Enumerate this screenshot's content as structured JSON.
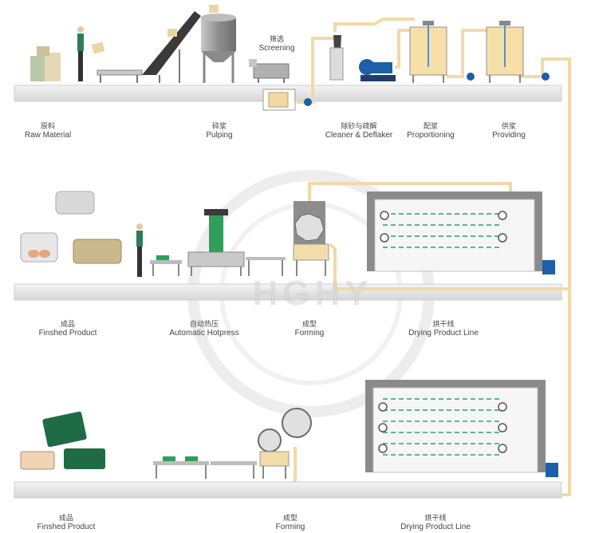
{
  "watermark": "HGHY",
  "colors": {
    "pipe": "#f3d9a8",
    "floor": "#e3e3e3",
    "steel": "#9a9a9a",
    "pump": "#1d5fa8",
    "green": "#2e9e5a",
    "tank": "#f7dfa8",
    "chain": "#2aa36a"
  },
  "rows": [
    {
      "stages": [
        {
          "zh": "原料",
          "en": "Raw Material"
        },
        {
          "zh": "碎浆",
          "en": "Pulping"
        },
        {
          "zh": "筛选",
          "en": "Screening"
        },
        {
          "zh": "除砂与疏解",
          "en": "Cleaner & Deflaker"
        },
        {
          "zh": "配浆",
          "en": "Proportioning"
        },
        {
          "zh": "供浆",
          "en": "Providing"
        }
      ]
    },
    {
      "stages": [
        {
          "zh": "成品",
          "en": "Finshed Product"
        },
        {
          "zh": "自动热压",
          "en": "Automatic Hotpress"
        },
        {
          "zh": "成型",
          "en": "Forming"
        },
        {
          "zh": "烘干线",
          "en": "Drying Product Line"
        }
      ]
    },
    {
      "stages": [
        {
          "zh": "成品",
          "en": "Finshed Product"
        },
        {
          "zh": "成型",
          "en": "Forming"
        },
        {
          "zh": "烘干线",
          "en": "Drying Product Line"
        }
      ]
    }
  ]
}
